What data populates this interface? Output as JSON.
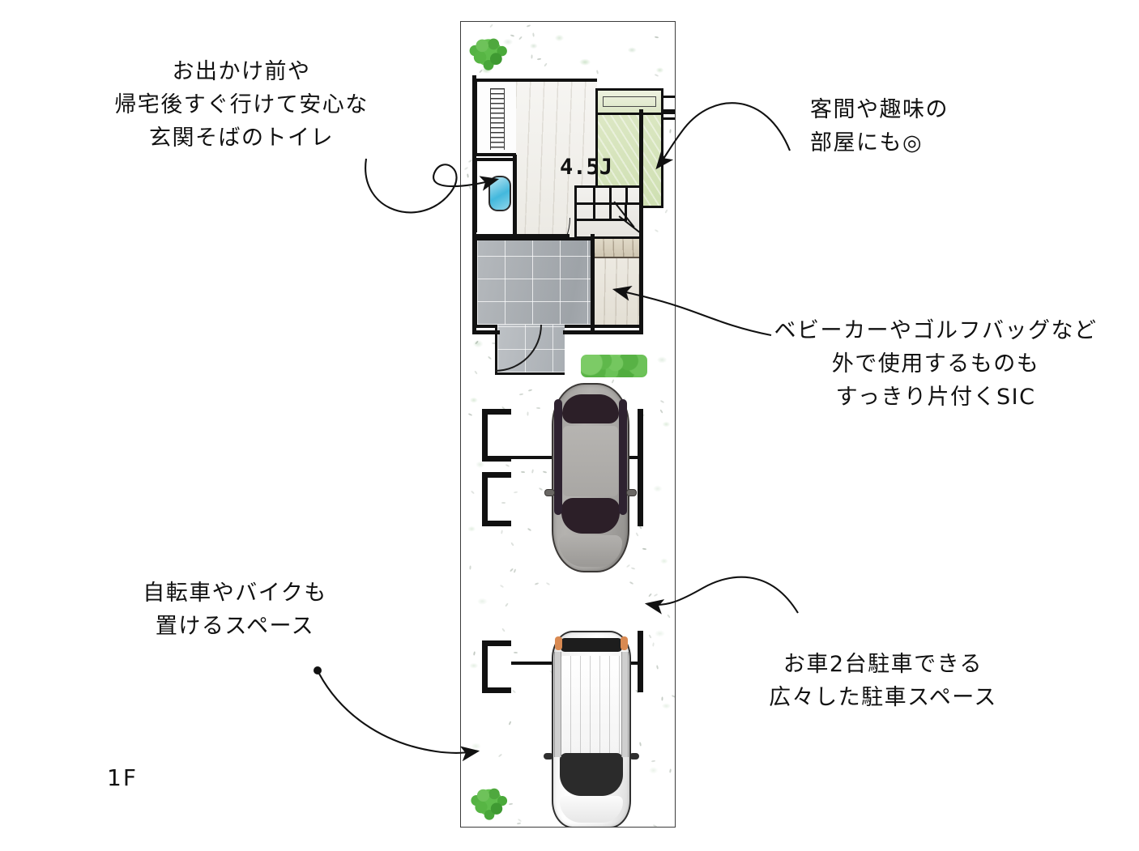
{
  "plan": {
    "floor_label": "1F",
    "room_label_tatami": "4.5J"
  },
  "annotations": [
    {
      "id": "toilet",
      "text": "お出かけ前や\n帰宅後すぐ行けて安心な\n玄関そばのトイレ",
      "target": "toilet-fixture"
    },
    {
      "id": "guest",
      "text": "客間や趣味の\n部屋にも◎",
      "target": "tatami-room"
    },
    {
      "id": "sic",
      "text": "ベビーカーやゴルフバッグなど\n外で使用するものも\nすっきり片付くSIC",
      "target": "shoe-in-closet"
    },
    {
      "id": "bike",
      "text": "自転車やバイクも\n置けるスペース",
      "target": "parking-side-space"
    },
    {
      "id": "parking",
      "text": "お車2台駐車できる\n広々した駐車スペース",
      "target": "parking-area"
    }
  ],
  "colors": {
    "ink": "#111111",
    "tatami_green": "#cfe0b2",
    "toilet_blue": "#43b8dd",
    "entry_tile_gray": "#9ea3a8",
    "shrub_green": "#57b544",
    "sedan_body": "#a7a5a2",
    "sedan_glass": "#2c1f28",
    "van_body": "#ffffff",
    "van_glass": "#2b2b2b",
    "site_border": "#3c3c3c"
  }
}
